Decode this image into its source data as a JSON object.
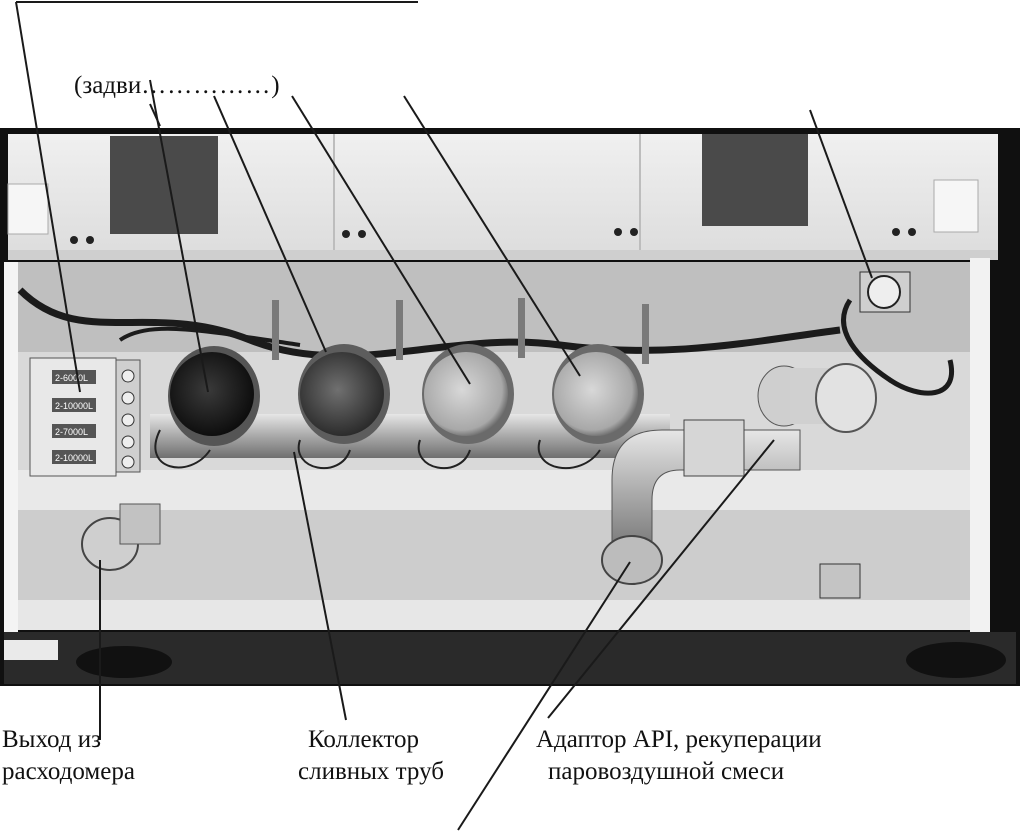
{
  "header": {
    "fragment": "(задви"
  },
  "captions": {
    "meter_outlet": [
      "Выход из",
      "расходомера"
    ],
    "drain_manifold": [
      "Коллектор",
      "сливных труб"
    ],
    "api_adapter": [
      "Адаптор API, рекуперации",
      "паровоздушной смеси"
    ]
  },
  "panel": {
    "gauges": [
      "2-6000L",
      "2-10000L",
      "2-7000L",
      "2-10000L"
    ]
  },
  "colors": {
    "background": "#ffffff",
    "line": "#1a1a1a",
    "frame": "#0e0e0e",
    "photo_light": "#ededed",
    "photo_mid": "#c8c8c8",
    "photo_dark": "#2a2a2a"
  }
}
